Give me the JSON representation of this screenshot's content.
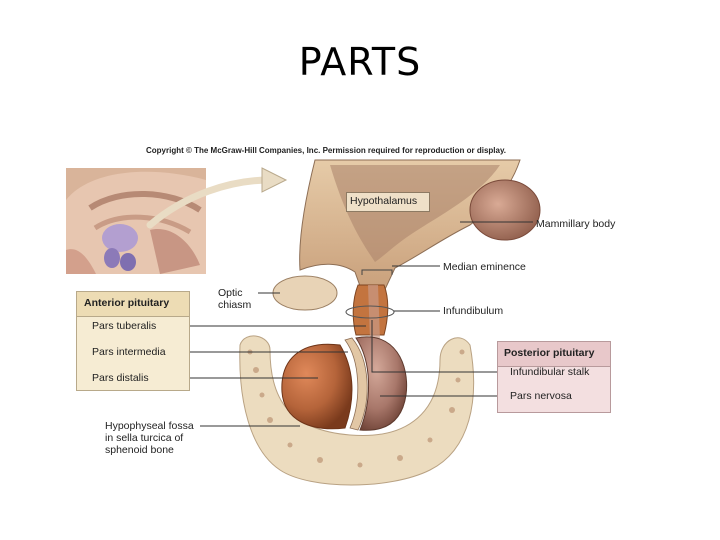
{
  "title": "PARTS",
  "copyright": "Copyright © The McGraw-Hill Companies, Inc. Permission required for reproduction or display.",
  "labels": {
    "hypothalamus": "Hypothalamus",
    "mammillary_body": "Mammillary body",
    "median_eminence": "Median eminence",
    "optic_chiasm_1": "Optic",
    "optic_chiasm_2": "chiasm",
    "infundibulum": "Infundibulum",
    "fossa_1": "Hypophyseal fossa",
    "fossa_2": "in sella turcica of",
    "fossa_3": "sphenoid bone"
  },
  "anterior_pituitary": {
    "heading": "Anterior pituitary",
    "items": [
      "Pars tuberalis",
      "Pars intermedia",
      "Pars distalis"
    ]
  },
  "posterior_pituitary": {
    "heading": "Posterior pituitary",
    "items": [
      "Infundibular stalk",
      "Pars nervosa"
    ]
  },
  "colors": {
    "anterior": "#b5643a",
    "posterior": "#a8776a",
    "bone": "#ecdcbf",
    "brain": "#d8b89a",
    "box_anterior": "#f6ecd3",
    "box_posterior": "#f3dfe0"
  }
}
